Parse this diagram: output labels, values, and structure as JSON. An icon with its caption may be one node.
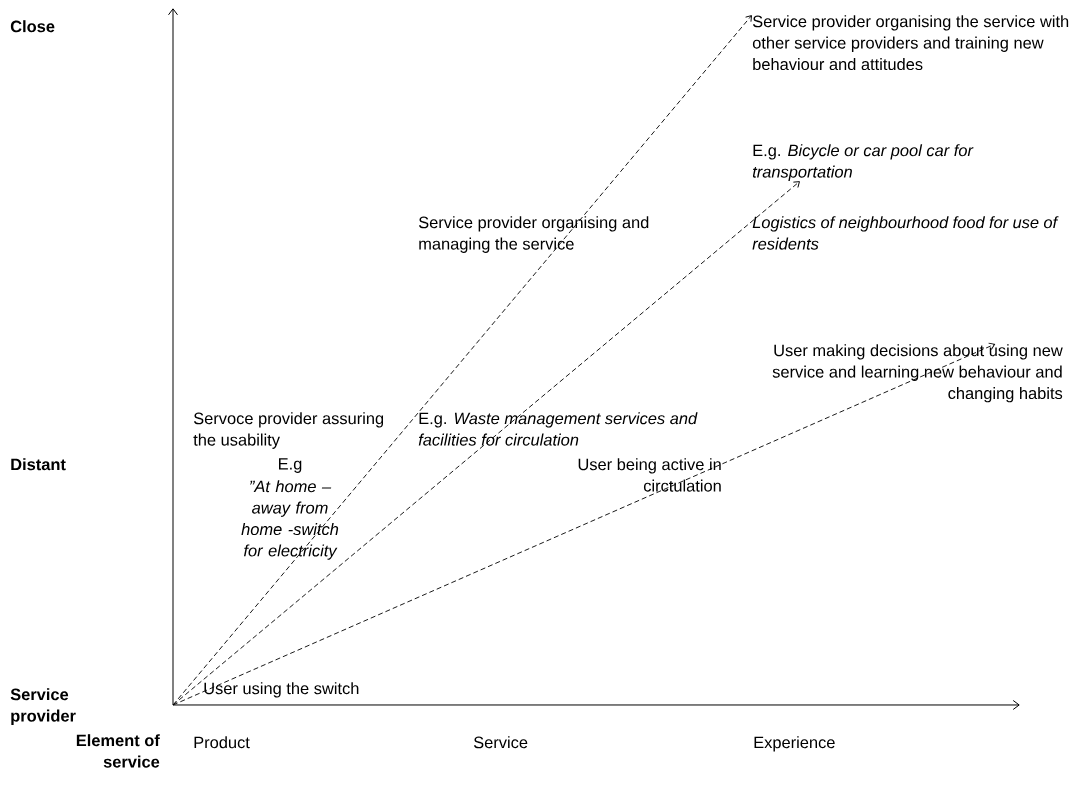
{
  "diagram": {
    "nodes": [
      {
        "text": [
          "Service provider organising the service with other service providers and training new behaviour and attitudes"
        ]
      },
      {
        "text": [
          "E.g. *Bicycle or car pool car for transportation*"
        ]
      },
      {
        "text": [
          "User making decisions about using new service and learning new behaviour and changing habits"
        ]
      }
    ],
    "edges": [
      {
        "from": null,
        "to": 0,
        "arrow": "to",
        "style": "dashed"
      },
      {
        "from": null,
        "to": 1,
        "arrow": "to",
        "style": "dashed"
      },
      {
        "from": null,
        "to": 2,
        "arrow": "to",
        "style": "dashed"
      }
    ],
    "labels": [
      "Close",
      "Service provider organising and managing the service",
      "Logistics of neighbourhood food for use of residents",
      "Servoce provider assuring the usability",
      "E.g. *Waste management services and facilities for circulation*",
      "Distant",
      "E.g",
      "”At home – away from home -switch for electricity",
      "User being active in circtulation",
      "User using the switch",
      "Service provider",
      "Element of service",
      "Product",
      "Service",
      "Experience"
    ]
  }
}
